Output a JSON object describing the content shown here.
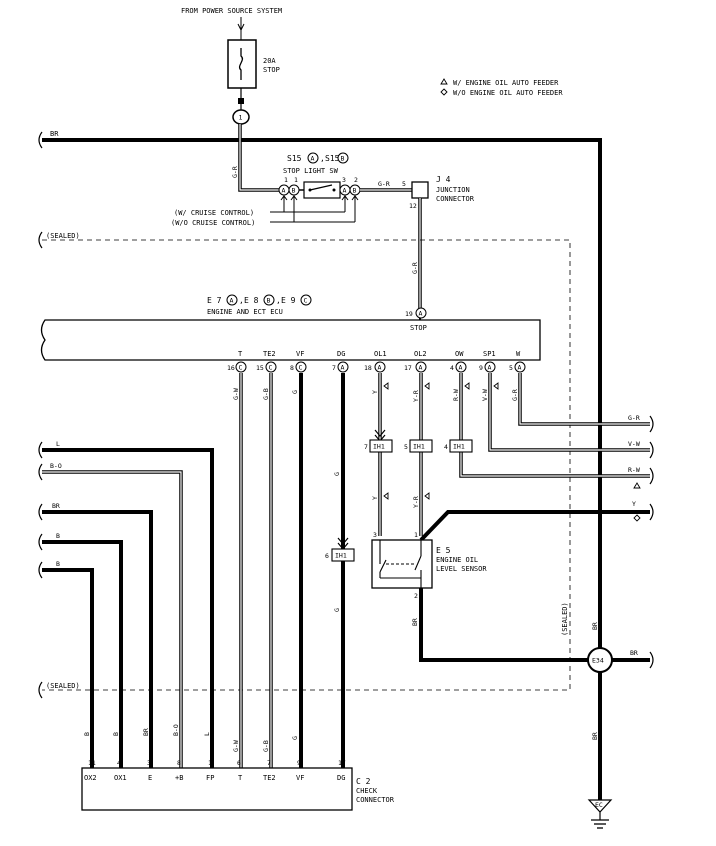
{
  "header": {
    "source": "FROM POWER SOURCE SYSTEM",
    "fuse_amp": "20A",
    "fuse_name": "STOP",
    "fuse_connector": "1"
  },
  "legend": {
    "tri_text": "W/ ENGINE OIL AUTO FEEDER",
    "dia_text": "W/O ENGINE OIL AUTO FEEDER"
  },
  "wires": {
    "br": "BR",
    "gr": "G-R",
    "gw": "G-W",
    "gb": "G-B",
    "g": "G",
    "y": "Y",
    "yr": "Y-R",
    "rw": "R-W",
    "vw": "V-W",
    "l": "L",
    "bo": "B-O",
    "b": "B"
  },
  "stoplight": {
    "ref1": "S15",
    "ref1_tag": "A",
    "ref2": "S15",
    "ref2_tag": "B",
    "title": "STOP LIGHT SW",
    "pin1": "1",
    "pin2": "1",
    "pin3": "3",
    "pin4": "2",
    "tag_a": "A",
    "tag_b": "B",
    "cruise_with": "(W/ CRUISE CONTROL)",
    "cruise_without": "(W/O CRUISE CONTROL)"
  },
  "junction": {
    "id": "J 4",
    "name1": "JUNCTION",
    "name2": "CONNECTOR",
    "pin_in": "5",
    "pin_out": "12"
  },
  "sealed": "(SEALED)",
  "ecu": {
    "ref_e7": "E 7",
    "tag_a": "A",
    "ref_e8": "E 8",
    "tag_b": "B",
    "ref_e9": "E 9",
    "tag_c": "C",
    "name": "ENGINE AND ECT ECU",
    "stop_pin": "19",
    "stop_label": "STOP",
    "terminals": [
      {
        "label": "T",
        "pin": "16",
        "tag": "C"
      },
      {
        "label": "TE2",
        "pin": "15",
        "tag": "C"
      },
      {
        "label": "VF",
        "pin": "8",
        "tag": "C"
      },
      {
        "label": "DG",
        "pin": "7",
        "tag": "A"
      },
      {
        "label": "OL1",
        "pin": "18",
        "tag": "A"
      },
      {
        "label": "OL2",
        "pin": "17",
        "tag": "A"
      },
      {
        "label": "OW",
        "pin": "4",
        "tag": "A"
      },
      {
        "label": "SP1",
        "pin": "9",
        "tag": "A"
      },
      {
        "label": "W",
        "pin": "5",
        "tag": "A"
      }
    ]
  },
  "ih1": {
    "name": "IH1",
    "pin7": "7",
    "pin5": "5",
    "pin4": "4",
    "pin6": "6"
  },
  "sensor": {
    "id": "E 5",
    "name1": "ENGINE OIL",
    "name2": "LEVEL SENSOR",
    "pin3": "3",
    "pin1": "1",
    "pin2": "2"
  },
  "ground": {
    "e34": "E34",
    "ec": "EC"
  },
  "check": {
    "id": "C 2",
    "name1": "CHECK",
    "name2": "CONNECTOR",
    "terminals": [
      {
        "label": "OX2",
        "pin": "11"
      },
      {
        "label": "OX1",
        "pin": "4"
      },
      {
        "label": "E",
        "pin": "3"
      },
      {
        "label": "+B",
        "pin": "8"
      },
      {
        "label": "FP",
        "pin": "1"
      },
      {
        "label": "T",
        "pin": "6"
      },
      {
        "label": "TE2",
        "pin": "7"
      },
      {
        "label": "VF",
        "pin": "9"
      },
      {
        "label": "DG",
        "pin": "17"
      }
    ]
  }
}
